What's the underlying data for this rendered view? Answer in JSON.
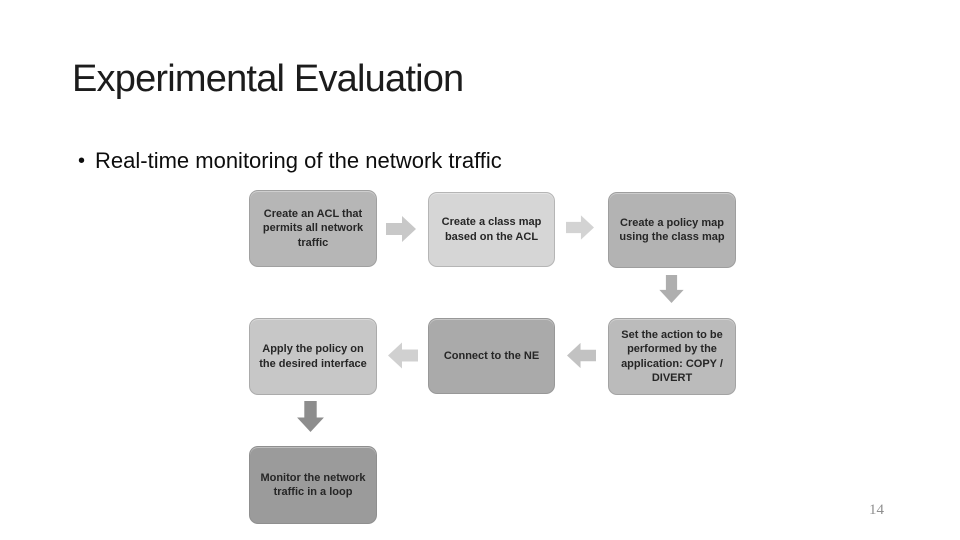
{
  "slide": {
    "title": "Experimental Evaluation",
    "bullet_marker": "•",
    "bullet": "Real-time monitoring of the network traffic",
    "page_number": "14"
  },
  "flowchart": {
    "boxes": [
      {
        "label": "Create an ACL that permits all network traffic",
        "color": "#b6b6b6"
      },
      {
        "label": "Create a class map based on the ACL",
        "color": "#d6d6d6"
      },
      {
        "label": "Create a policy map using the class map",
        "color": "#b3b3b3"
      },
      {
        "label": "Apply the policy on the desired interface",
        "color": "#c7c7c7"
      },
      {
        "label": "Connect to the NE",
        "color": "#aaaaaa"
      },
      {
        "label": "Set the action to be performed by the application: COPY / DIVERT",
        "color": "#bbbbbb"
      },
      {
        "label": "Monitor the network traffic in a loop",
        "color": "#9b9b9b"
      }
    ],
    "arrows": [
      {
        "direction": "right",
        "color": "#c8c8c8"
      },
      {
        "direction": "right",
        "color": "#d3d3d3"
      },
      {
        "direction": "down",
        "color": "#aeaeae"
      },
      {
        "direction": "left",
        "color": "#c2c2c2"
      },
      {
        "direction": "left",
        "color": "#d0d0d0"
      },
      {
        "direction": "down",
        "color": "#8d8d8d"
      }
    ]
  }
}
